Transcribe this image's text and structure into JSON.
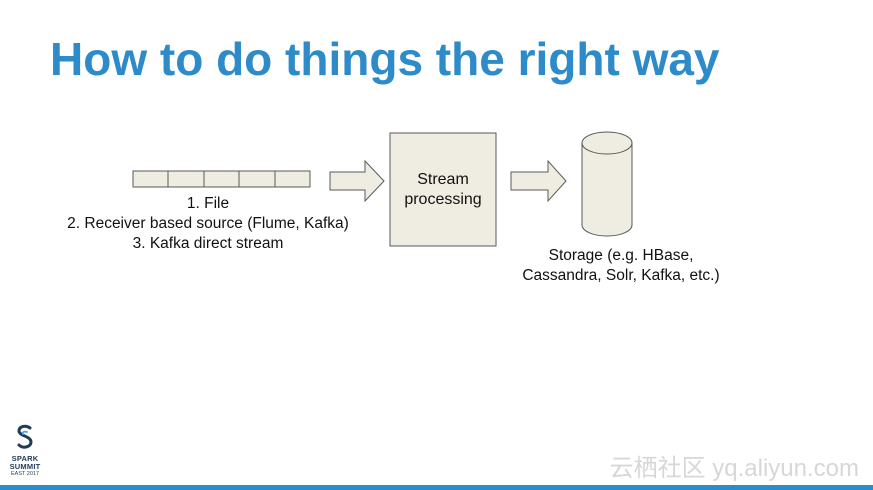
{
  "slide": {
    "title": "How to do things the right way"
  },
  "diagram": {
    "sources": [
      "1. File",
      "2. Receiver based source (Flume, Kafka)",
      "3. Kafka direct stream"
    ],
    "processor": {
      "line1": "Stream",
      "line2": "processing"
    },
    "storage": {
      "line1": "Storage (e.g. HBase,",
      "line2": "Cassandra, Solr, Kafka, etc.)"
    },
    "colors": {
      "fill": "#efede2",
      "stroke": "#5a5a5a",
      "title": "#2e8bc9"
    }
  },
  "branding": {
    "logo_icon": "spark-summit-logo-icon",
    "logo_line1": "SPARK",
    "logo_line2": "SUMMIT",
    "logo_line3": "EAST 2017",
    "watermark": "云栖社区 yq.aliyun.com"
  }
}
